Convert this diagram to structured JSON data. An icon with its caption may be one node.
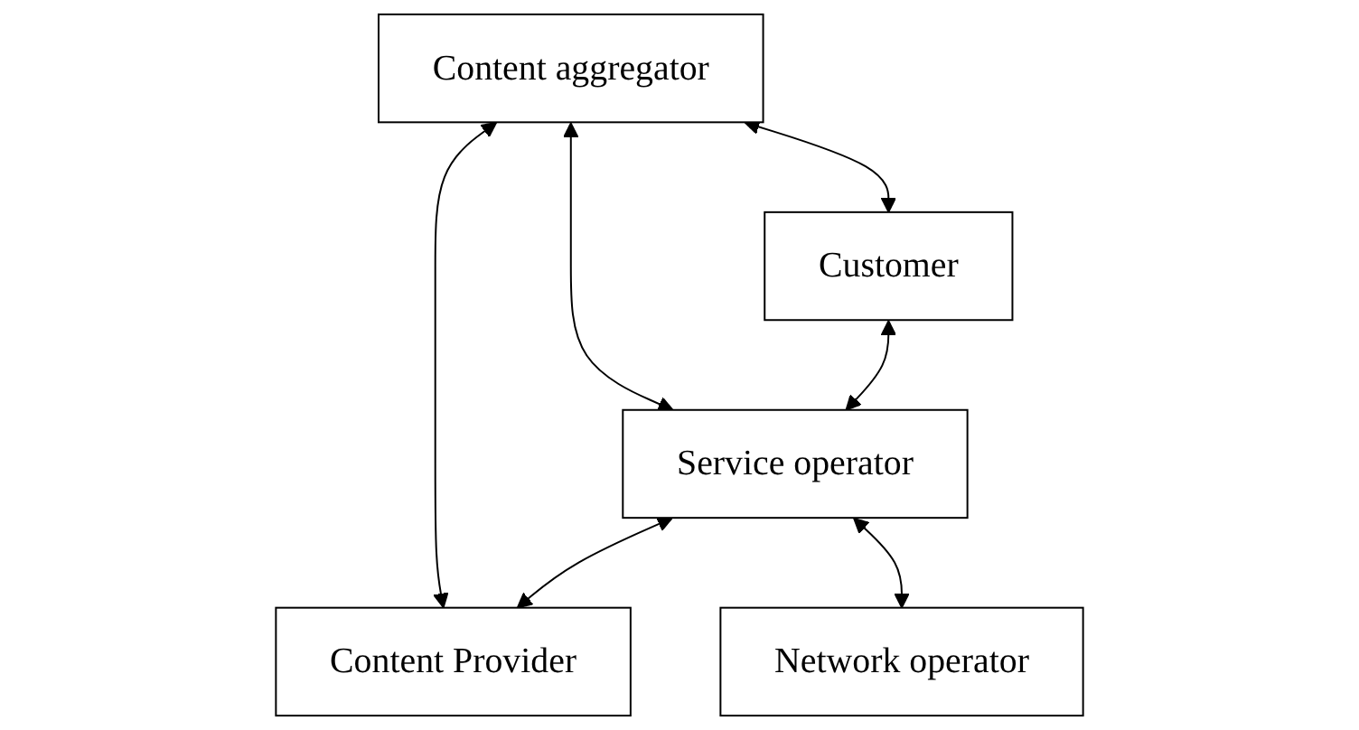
{
  "diagram": {
    "nodes": [
      {
        "text": [
          "Content aggregator"
        ]
      },
      {
        "text": [
          "Customer"
        ]
      },
      {
        "text": [
          "Service operator"
        ]
      },
      {
        "text": [
          "Content Provider"
        ]
      },
      {
        "text": [
          "Network operator"
        ]
      }
    ],
    "edges": [
      {
        "from": 0,
        "to": 1,
        "arrow": "both"
      },
      {
        "from": 0,
        "to": 2,
        "arrow": "both"
      },
      {
        "from": 0,
        "to": 3,
        "arrow": "both"
      },
      {
        "from": 1,
        "to": 2,
        "arrow": "both"
      },
      {
        "from": 2,
        "to": 3,
        "arrow": "both"
      },
      {
        "from": 2,
        "to": 4,
        "arrow": "both"
      }
    ]
  }
}
